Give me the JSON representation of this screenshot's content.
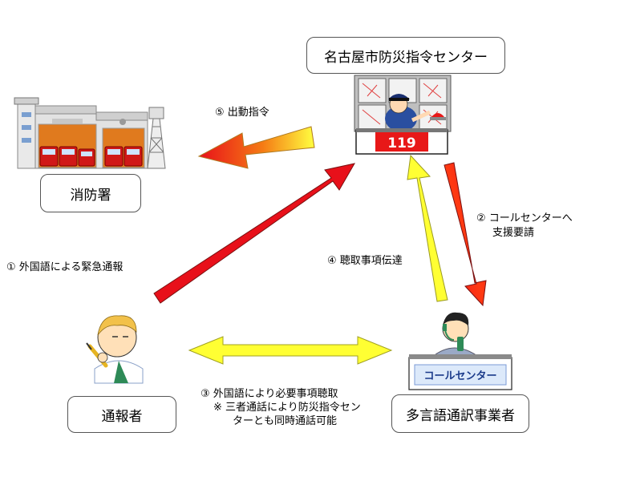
{
  "nodes": {
    "center": "名古屋市防災指令センター",
    "fire_station": "消防署",
    "caller": "通報者",
    "interpreter": "多言語通訳事業者"
  },
  "console_number": "119",
  "callcenter_sign": "コールセンター",
  "steps": {
    "s1": "①  外国語による緊急通報",
    "s2_line1": "②  コールセンターへ",
    "s2_line2": "支援要請",
    "s3_line1": "③    外国語により必要事項聴取",
    "s3_line2": "※    三者通話により防災指令セン",
    "s3_line3": "ターとも同時通話可能",
    "s4": "④  聴取事項伝達",
    "s5": "⑤  出動指令"
  },
  "colors": {
    "arrow_red": "#e8101a",
    "arrow_yellow": "#ffff33",
    "box_border": "#555555"
  }
}
